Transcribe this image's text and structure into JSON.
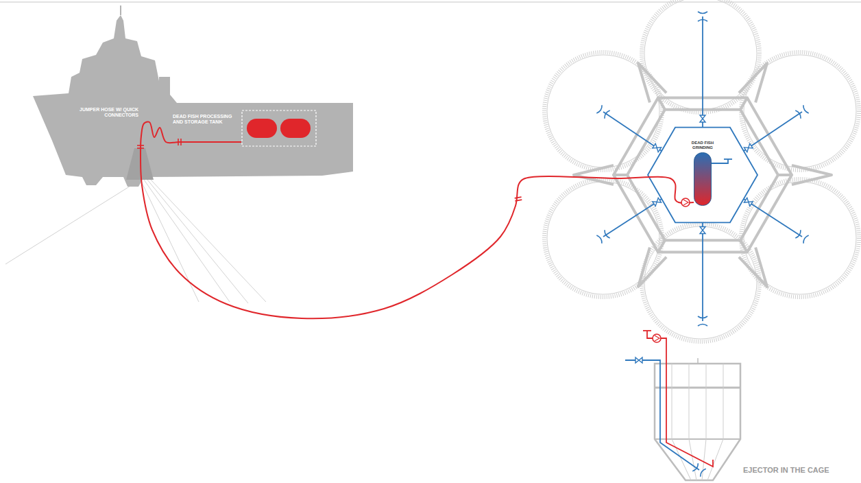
{
  "diagram": {
    "nodes": [
      {
        "text": [
          "DEAD FISH PROCESSING AND STORAGE TANK"
        ]
      },
      {
        "text": [
          "DEAD FISH GRINDING"
        ]
      }
    ],
    "edges": [
      {
        "from": 0,
        "to": 1,
        "arrow": "none"
      }
    ],
    "labels": [
      "JUMPER HOSE W/ QUICK CONNECTORS",
      "EJECTOR IN THE CAGE"
    ]
  }
}
